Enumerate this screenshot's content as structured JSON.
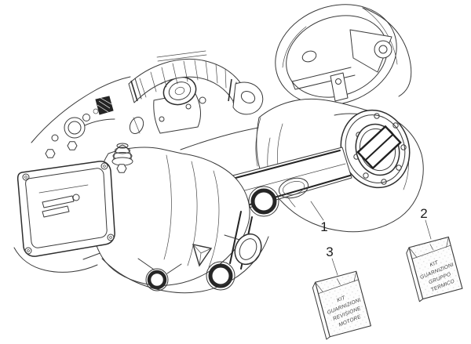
{
  "page": {
    "background": "#ffffff",
    "line_color": "#3a3a3a",
    "description": "Exploded spare-parts line drawing: scooter engine assembly with two gasket kit packets"
  },
  "diagram": {
    "type": "parts-diagram",
    "callouts": [
      {
        "number": "1",
        "part": "engine-assembly"
      },
      {
        "number": "2",
        "part": "gasket-kit-thermal-group"
      },
      {
        "number": "3",
        "part": "gasket-kit-engine-overhaul"
      }
    ],
    "packets": {
      "thermal": {
        "callout": "2",
        "line1": "KIT",
        "line2": "GUARNIZIONI",
        "line3": "GRUPPO",
        "line4": "TERMICO"
      },
      "overhaul": {
        "callout": "3",
        "line1": "KIT",
        "line2": "GUARNIZIONI",
        "line3": "REVISIONE",
        "line4": "MOTORE"
      }
    }
  }
}
